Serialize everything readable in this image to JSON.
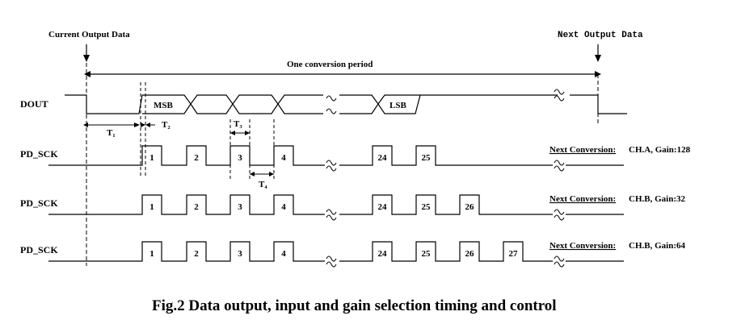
{
  "title_left": "Current Output Data",
  "title_right": "Next Output Data",
  "period_label": "One conversion period",
  "signals": {
    "dout": "DOUT",
    "sck1": "PD_SCK",
    "sck2": "PD_SCK",
    "sck3": "PD_SCK"
  },
  "dout_labels": {
    "msb": "MSB",
    "lsb": "LSB"
  },
  "timing": {
    "t1": "T₁",
    "t2": "T₂",
    "t3": "T₃",
    "t4": "T₄"
  },
  "rows": [
    {
      "pulses": [
        "1",
        "2",
        "3",
        "4",
        "24",
        "25"
      ],
      "next_label": "Next Conversion:",
      "next_value": "CH.A, Gain:128"
    },
    {
      "pulses": [
        "1",
        "2",
        "3",
        "4",
        "24",
        "25",
        "26"
      ],
      "next_label": "Next Conversion:",
      "next_value": "CH.B, Gain:32"
    },
    {
      "pulses": [
        "1",
        "2",
        "3",
        "4",
        "24",
        "25",
        "26",
        "27"
      ],
      "next_label": "Next Conversion:",
      "next_value": "CH.B, Gain:64"
    }
  ],
  "caption": "Fig.2 Data output, input and gain selection timing and control"
}
